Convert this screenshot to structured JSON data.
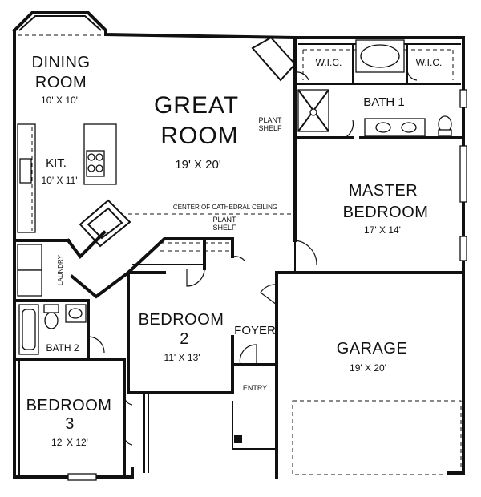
{
  "rooms": {
    "dining": {
      "name_line1": "DINING",
      "name_line2": "ROOM",
      "size": "10' X 10'"
    },
    "great": {
      "name_line1": "GREAT",
      "name_line2": "ROOM",
      "size": "19' X 20'"
    },
    "kitchen": {
      "name": "KIT.",
      "size": "10' X 11'"
    },
    "master": {
      "name_line1": "MASTER",
      "name_line2": "BEDROOM",
      "size": "17' X 14'"
    },
    "bath1": {
      "name": "BATH 1"
    },
    "wic_left": {
      "name": "W.I.C."
    },
    "wic_right": {
      "name": "W.I.C."
    },
    "bedroom2": {
      "name_line1": "BEDROOM",
      "name_line2": "2",
      "size": "11' X 13'"
    },
    "bedroom3": {
      "name_line1": "BEDROOM",
      "name_line2": "3",
      "size": "12' X 12'"
    },
    "bath2": {
      "name": "BATH 2"
    },
    "laundry": {
      "name": "LAUNDRY"
    },
    "foyer": {
      "name": "FOYER"
    },
    "entry": {
      "name": "ENTRY"
    },
    "garage": {
      "name": "GARAGE",
      "size": "19' X 20'"
    }
  },
  "annotations": {
    "plant_shelf_1_line1": "PLANT",
    "plant_shelf_1_line2": "SHELF",
    "plant_shelf_2_line1": "PLANT",
    "plant_shelf_2_line2": "SHELF",
    "ceiling": "CENTER OF CATHEDRAL CEILING"
  }
}
